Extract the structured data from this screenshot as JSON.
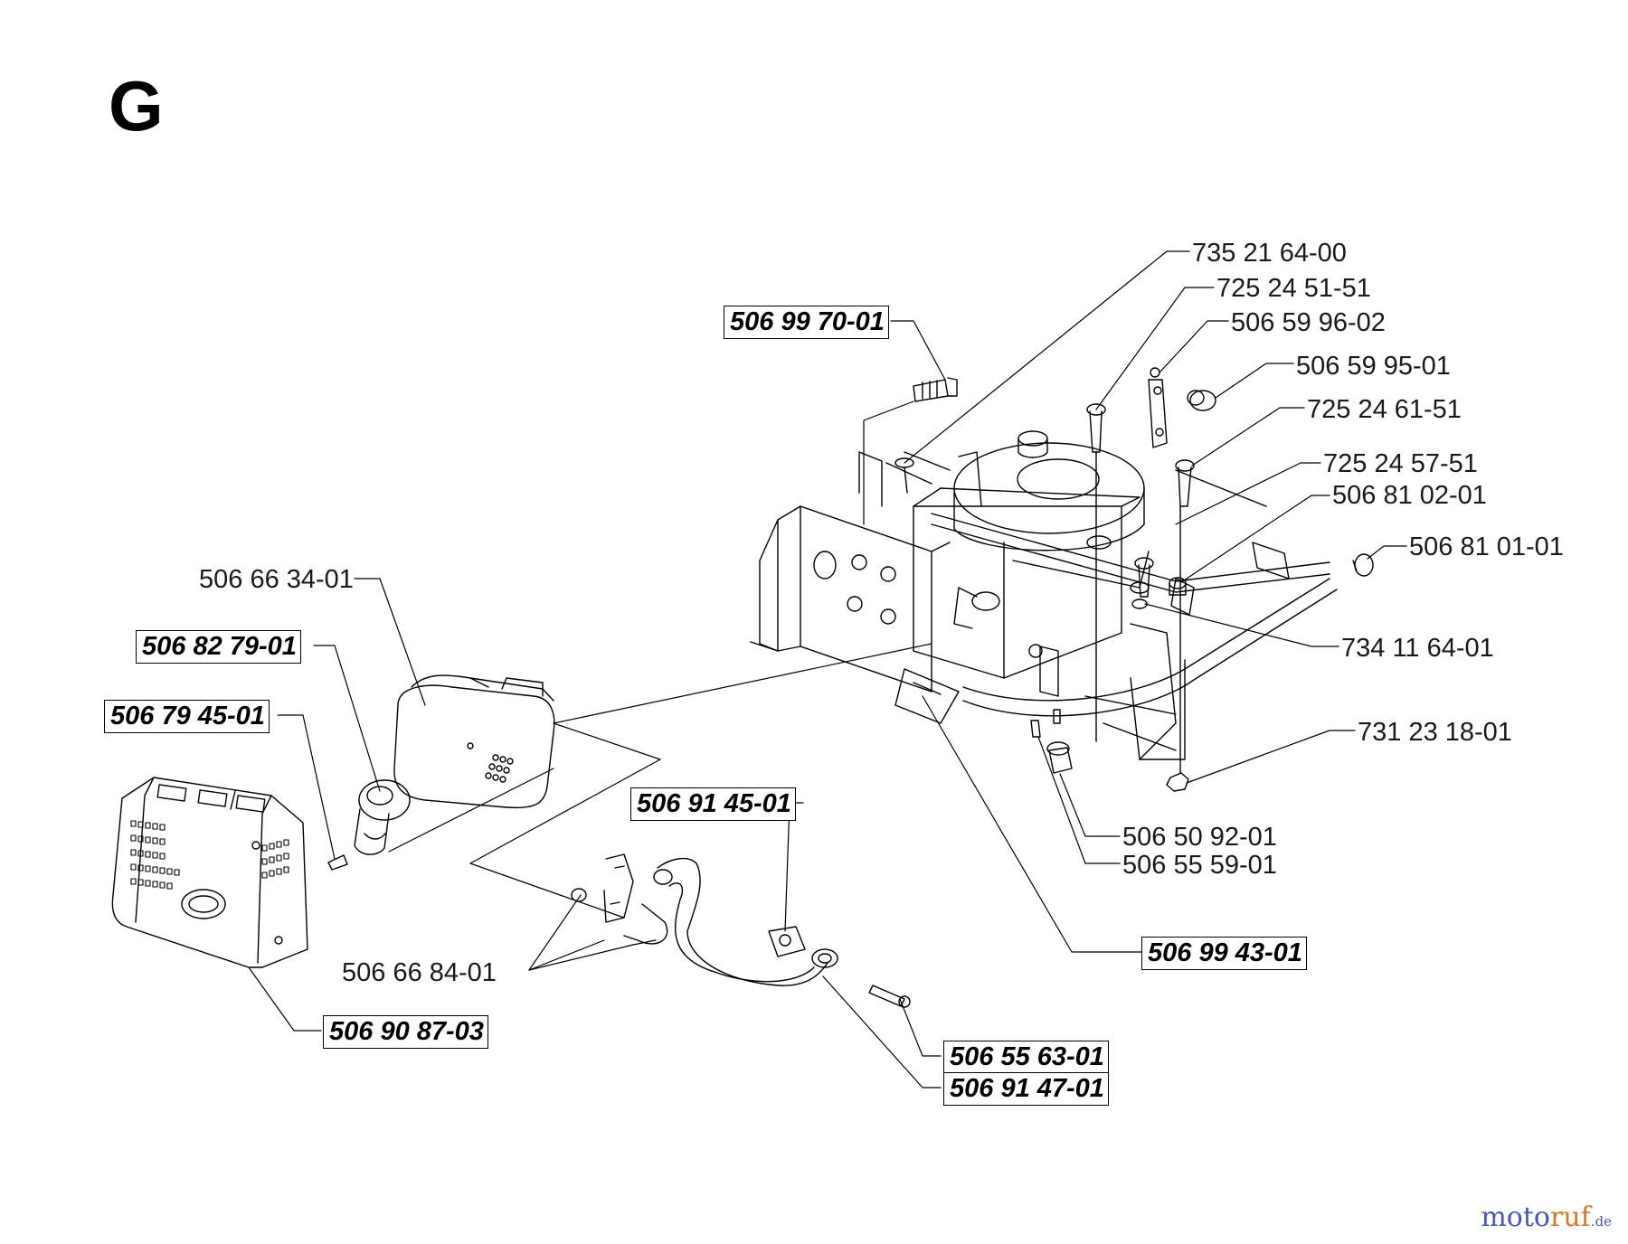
{
  "section": "G",
  "labels": {
    "p735216400": "735 21 64-00",
    "p725245151": "725 24 51-51",
    "p506599602": "506 59 96-02",
    "p506599501": "506 59 95-01",
    "p725246151": "725 24 61-51",
    "p725245751": "725 24 57-51",
    "p506810201": "506 81 02-01",
    "p506810101": "506 81 01-01",
    "p734116401": "734 11 64-01",
    "p731231801": "731 23 18-01",
    "p506509201": "506 50 92-01",
    "p506555901": "506 55 59-01",
    "p506663401": "506 66 34-01",
    "p506668401": "506 66 84-01"
  },
  "boxed_labels": {
    "b506997001": "506 99 70-01",
    "b506827901": "506 82 79-01",
    "b506794501": "506 79 45-01",
    "b506914501": "506 91 45-01",
    "b506994301": "506 99 43-01",
    "b506908703": "506 90 87-03",
    "b506556301": "506 55 63-01",
    "b506914701": "506 91 47-01"
  },
  "watermark": {
    "part1": "moto",
    "part2": "ruf",
    "part3": ".de"
  }
}
